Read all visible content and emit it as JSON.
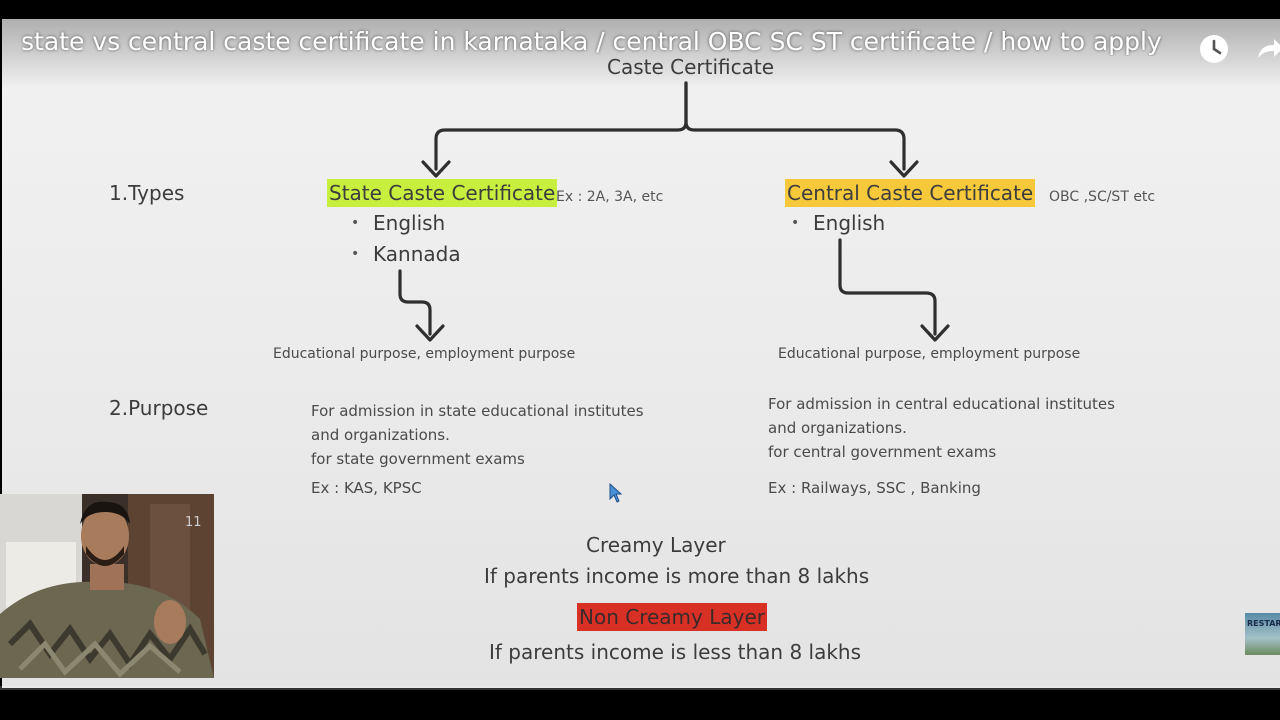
{
  "video": {
    "title": "state vs central caste certificate in karnataka / central OBC SC ST certificate / how to apply",
    "icons": [
      "clock-icon",
      "share-icon"
    ]
  },
  "slide": {
    "root": "Caste Certificate",
    "types_label": "1.Types",
    "purpose_label": "2.Purpose",
    "state": {
      "heading": "State Caste Certificate",
      "example": "Ex : 2A, 3A, etc",
      "languages": [
        "English",
        "Kannada"
      ],
      "use": "Educational purpose, employment purpose",
      "purpose_lines": [
        "For admission in state educational institutes",
        "and organizations.",
        "for state government exams"
      ],
      "purpose_example": "Ex : KAS, KPSC"
    },
    "central": {
      "heading": "Central Caste Certificate",
      "example": "OBC ,SC/ST etc",
      "languages": [
        "English"
      ],
      "use": "Educational purpose, employment purpose",
      "purpose_lines": [
        "For admission in central educational institutes",
        "and organizations.",
        "for central government exams"
      ],
      "purpose_example": "Ex : Railways, SSC , Banking"
    },
    "creamy": {
      "title": "Creamy Layer",
      "desc": "If parents income is more than 8 lakhs"
    },
    "non_creamy": {
      "title": "Non Creamy Layer",
      "desc": "If parents income is less than 8 lakhs"
    }
  },
  "webcam": {
    "label": "11"
  },
  "thumbnail": {
    "label": "RESTAR"
  },
  "colors": {
    "state_highlight": "#c8ef3d",
    "central_highlight": "#f6c93a",
    "non_creamy_highlight": "#d93026",
    "text": "#3c3c3c"
  }
}
